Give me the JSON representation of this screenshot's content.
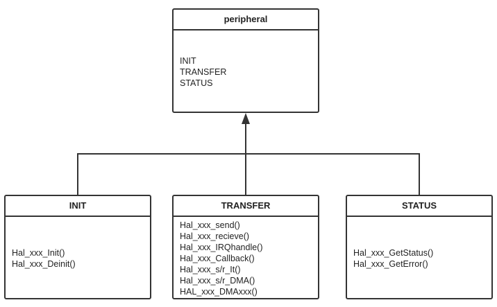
{
  "diagram": {
    "type": "uml-class-hierarchy",
    "parent": {
      "title": "peripheral",
      "members": [
        "INIT",
        "TRANSFER",
        "STATUS"
      ]
    },
    "children": [
      {
        "title": "INIT",
        "members": [
          "Hal_xxx_Init()",
          "Hal_xxx_Deinit()"
        ]
      },
      {
        "title": "TRANSFER",
        "members": [
          "Hal_xxx_send()",
          "Hal_xxx_recieve()",
          "Hal_xxx_IRQhandle()",
          "Hal_xxx_Callback()",
          "Hal_xxx_s/r_It()",
          "Hal_xxx_s/r_DMA()",
          "HAL_xxx_DMAxxx()"
        ]
      },
      {
        "title": "STATUS",
        "members": [
          "Hal_xxx_GetStatus()",
          "Hal_xxx_GetError()"
        ]
      }
    ],
    "relationship": "generalization",
    "colors": {
      "line": "#333333",
      "background": "#ffffff"
    }
  }
}
